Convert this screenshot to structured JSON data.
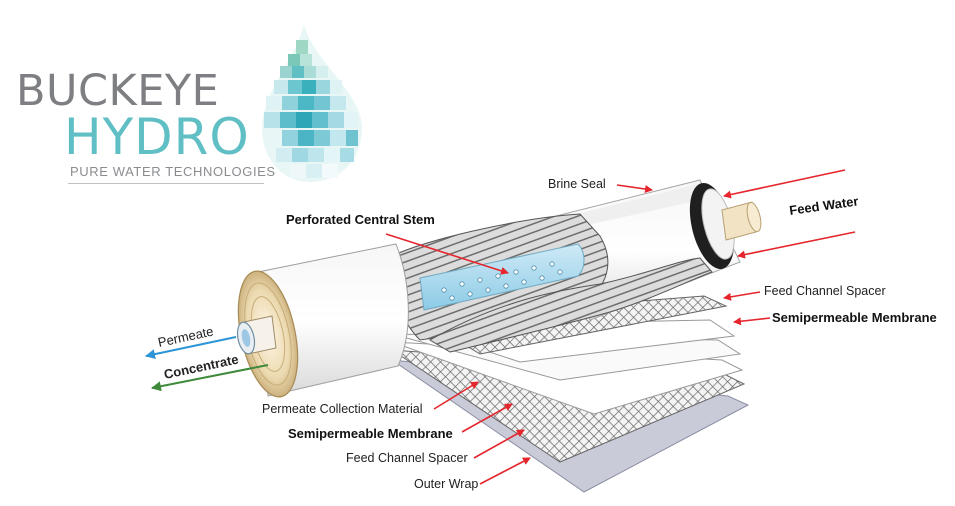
{
  "logo": {
    "line1": "BUCKEYE",
    "line2": "HYDRO",
    "tagline": "PURE WATER TECHNOLOGIES",
    "colors": {
      "gray": "#7d7f82",
      "teal": "#5fbfc4",
      "droplet": "#4fb8c0"
    }
  },
  "labels": {
    "brine_seal": "Brine Seal",
    "feed_water": "Feed Water",
    "perforated_central_stem": "Perforated Central Stem",
    "feed_channel_spacer_right": "Feed Channel Spacer",
    "semipermeable_membrane_right": "Semipermeable Membrane",
    "permeate": "Permeate",
    "concentrate": "Concentrate",
    "permeate_collection_material": "Permeate Collection Material",
    "semipermeable_membrane_left": "Semipermeable Membrane",
    "feed_channel_spacer_left": "Feed Channel Spacer",
    "outer_wrap": "Outer Wrap"
  },
  "colors": {
    "arrow_red": "#e5262c",
    "permeate_blue": "#2b95d6",
    "concentrate_green": "#3e8a3a"
  }
}
